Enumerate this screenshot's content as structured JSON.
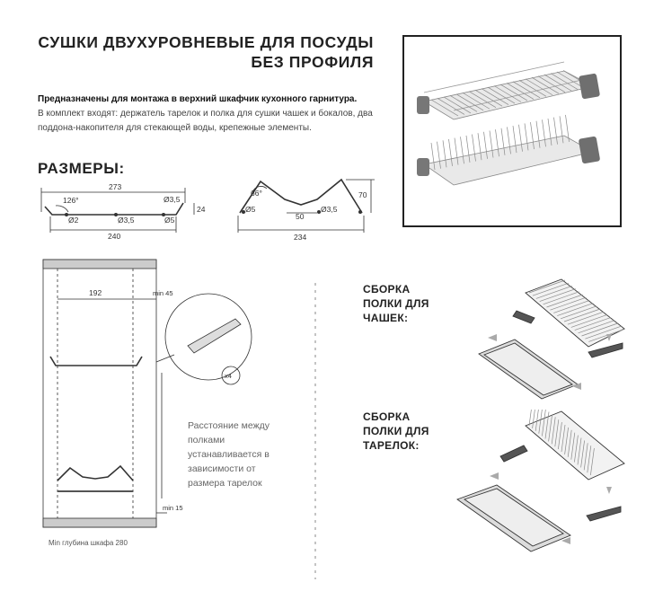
{
  "title": {
    "line1": "СУШКИ ДВУХУРОВНЕВЫЕ ДЛЯ ПОСУДЫ",
    "line2": "БЕЗ ПРОФИЛЯ"
  },
  "intro": {
    "bold": "Предназначены для монтажа в верхний шкафчик кухонного гарнитура.",
    "text": "В комплект входят: держатель тарелок и полка для сушки чашек и бокалов, два поддона-накопителя для стекающей воды, крепежные элементы."
  },
  "sizes_heading": "РАЗМЕРЫ:",
  "dims_left": {
    "width_top": "273",
    "angle": "126°",
    "d_top": "Ø3,5",
    "height": "24",
    "d1": "Ø2",
    "d2": "Ø3,5",
    "d3": "Ø5",
    "width_bottom": "240"
  },
  "dims_right": {
    "angle": "66°",
    "height": "70",
    "d1": "Ø5",
    "d2": "Ø3,5",
    "inner": "50",
    "width_bottom": "234"
  },
  "cabinet": {
    "width": "192",
    "min_top": "min 45",
    "min_bottom": "min 15",
    "min_depth": "Min глубина шкафа 280",
    "screws": "x4"
  },
  "note": "Расстояние между полками устанавливается в зависимости от размера тарелок",
  "assembly_cups": {
    "line1": "СБОРКА",
    "line2": "ПОЛКИ ДЛЯ",
    "line3": "ЧАШЕК:"
  },
  "assembly_plates": {
    "line1": "СБОРКА",
    "line2": "ПОЛКИ ДЛЯ",
    "line3": "ТАРЕЛОК:"
  },
  "colors": {
    "text": "#1e1e1e",
    "line": "#333333",
    "frame": "#222222",
    "metal": "#b8b8b8",
    "tray": "#dcdcdc"
  }
}
